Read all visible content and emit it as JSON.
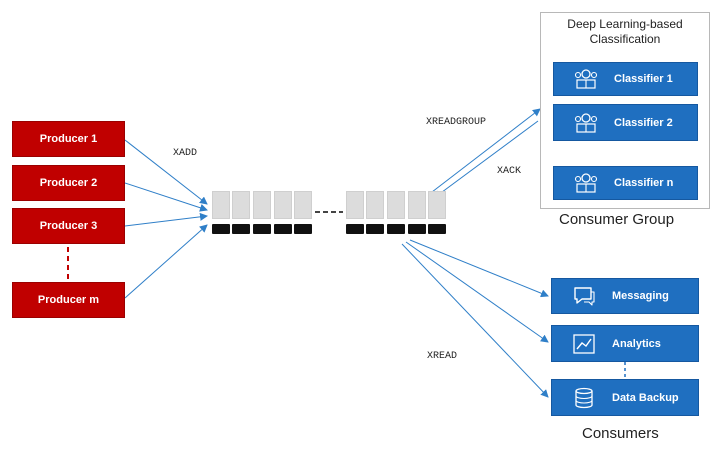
{
  "producers": {
    "p1": "Producer 1",
    "p2": "Producer 2",
    "p3": "Producer 3",
    "pm": "Producer m"
  },
  "commands": {
    "xadd": "XADD",
    "xreadgroup": "XREADGROUP",
    "xack": "XACK",
    "xread": "XREAD"
  },
  "consumer_group": {
    "heading": "Deep Learning-based Classification",
    "caption": "Consumer Group",
    "classifiers": [
      "Classifier 1",
      "Classifier 2",
      "Classifier n"
    ],
    "icon": "neural-network-icon"
  },
  "consumers": {
    "caption": "Consumers",
    "items": [
      {
        "label": "Messaging",
        "icon": "chat-bubble-icon"
      },
      {
        "label": "Analytics",
        "icon": "line-chart-icon"
      },
      {
        "label": "Data Backup",
        "icon": "database-icon"
      }
    ]
  },
  "colors": {
    "producer": "#c00000",
    "consumer": "#1f6fc0",
    "arrow": "#2f7fc8",
    "dashed_red": "#c00000",
    "dashed_blue": "#1f6fc0"
  }
}
